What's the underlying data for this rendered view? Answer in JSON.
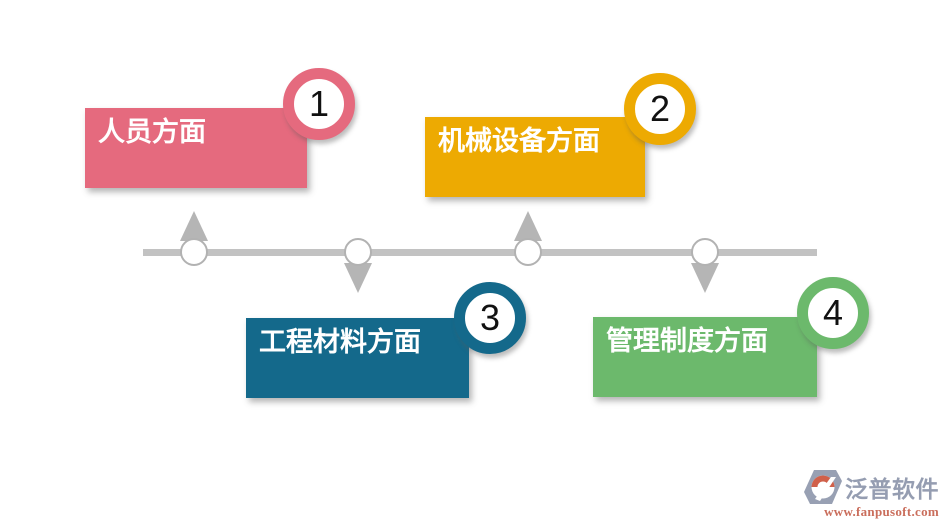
{
  "items": [
    {
      "number": "1",
      "label": "人员方面",
      "color": "#e56a7e",
      "row": "top"
    },
    {
      "number": "2",
      "label": "机械设备方面",
      "color": "#edaa02",
      "row": "top"
    },
    {
      "number": "3",
      "label": "工程材料方面",
      "color": "#14698b",
      "row": "bottom"
    },
    {
      "number": "4",
      "label": "管理制度方面",
      "color": "#6cb96c",
      "row": "bottom"
    }
  ],
  "label_text_color": "#ffffff",
  "number_text_color": "#111111",
  "timeline": {
    "line_color": "#c2c2c2",
    "arrow_color": "#b5b5b5",
    "node_fill": "#ffffff",
    "node_border_color": "#b2b2b2",
    "arrow_directions": [
      "up",
      "down",
      "up",
      "down"
    ]
  },
  "watermark": {
    "brand": "泛普软件",
    "url": "www.fanpusoft.com",
    "brand_color": "#959db1",
    "url_color": "#ca6e5c",
    "logo_gray": "#98a0b3",
    "logo_accent": "#d0604a"
  }
}
